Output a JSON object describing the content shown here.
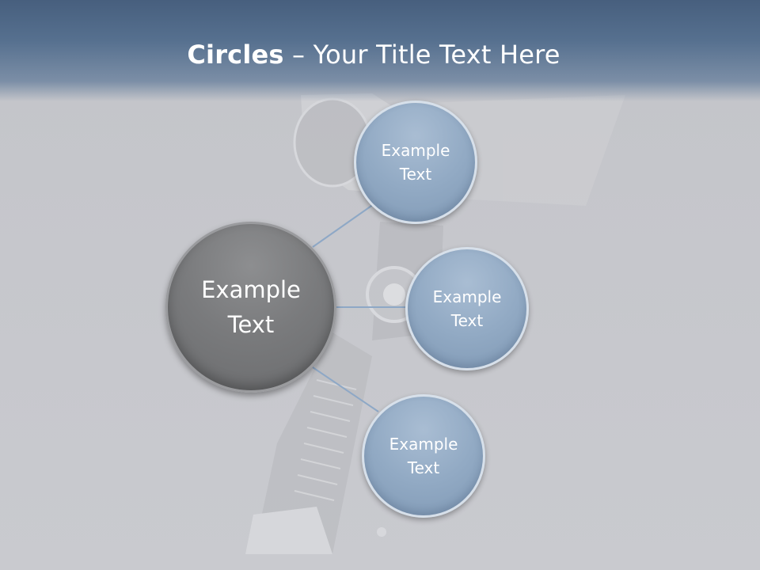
{
  "slide": {
    "title_bold": "Circles",
    "title_rest": " – Your Title Text Here"
  },
  "diagram": {
    "center": {
      "label": "Example\nText"
    },
    "satellites": [
      {
        "label": "Example\nText"
      },
      {
        "label": "Example\nText"
      },
      {
        "label": "Example\nText"
      }
    ]
  },
  "colors": {
    "header": "#56708f",
    "background": "#c6c7cc",
    "center_fill": "#7a7b7d",
    "satellite_fill": "#92aac4",
    "connector": "#8ea8c6"
  }
}
